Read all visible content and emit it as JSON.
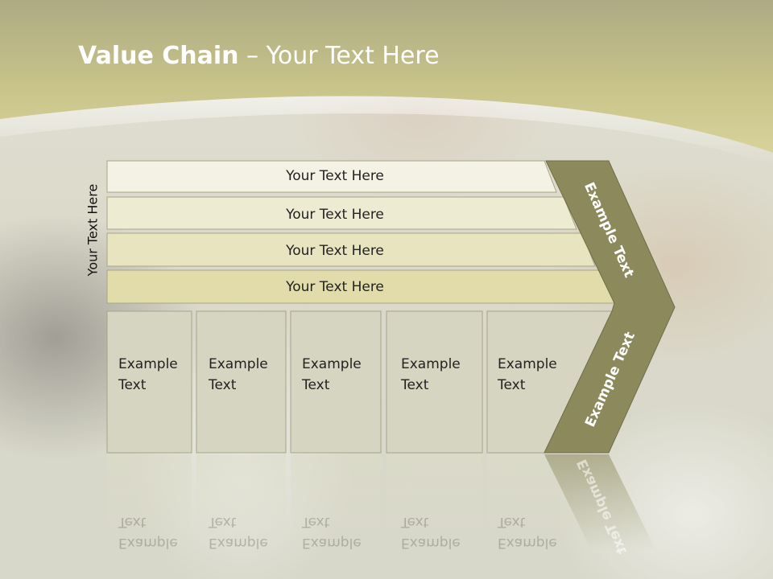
{
  "slide": {
    "title_bold": "Value Chain",
    "title_rest": " – Your Text Here",
    "vertical_label": "Your Text Here"
  },
  "rows": [
    {
      "label": "Your Text Here"
    },
    {
      "label": "Your Text Here"
    },
    {
      "label": "Your Text Here"
    },
    {
      "label": "Your Text Here"
    }
  ],
  "columns": [
    {
      "line1": "Example",
      "line2": "Text"
    },
    {
      "line1": "Example",
      "line2": "Text"
    },
    {
      "line1": "Example",
      "line2": "Text"
    },
    {
      "line1": "Example",
      "line2": "Text"
    },
    {
      "line1": "Example",
      "line2": "Text"
    }
  ],
  "chevron": {
    "upper_label": "Example Text",
    "lower_label": "Example Text"
  },
  "colors": {
    "header_olive": "#b5ad52",
    "chevron_olive": "#8c8a5c",
    "row_fills": [
      "#f4f2e4",
      "#eeebd3",
      "#e8e4c0",
      "#e1dca9"
    ],
    "column_fill": "#d6d5c2"
  }
}
